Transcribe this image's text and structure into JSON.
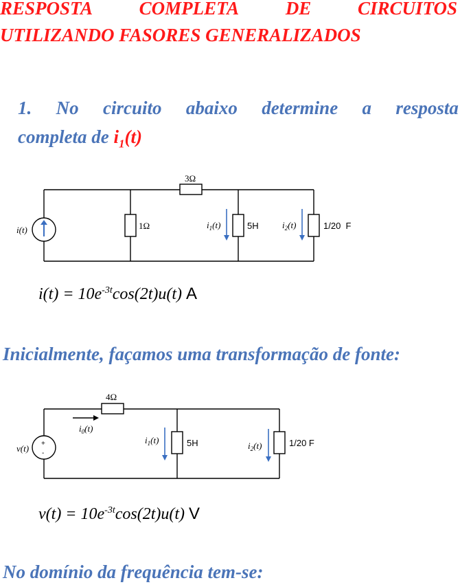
{
  "title": {
    "line1_words": [
      "RESPOSTA",
      "COMPLETA",
      "DE",
      "CIRCUITOS"
    ],
    "line2": "UTILIZANDO FASORES GENERALIZADOS"
  },
  "problem": {
    "number": "1.",
    "line1_words": [
      "No",
      "circuito",
      "abaixo",
      "determine",
      "a",
      "resposta"
    ],
    "line2_prefix": "completa de ",
    "target_var": "i",
    "target_sub": "1",
    "target_arg": "(t)"
  },
  "circuit1": {
    "source_label": "i(t)",
    "r_top": "3Ω",
    "r_shunt": "1Ω",
    "i1_label": "i",
    "i1_sub": "1",
    "i_arg": "(t)",
    "inductor": "5H",
    "i2_label": "i",
    "i2_sub": "2",
    "capacitor": "1/20  F"
  },
  "equation1": {
    "lhs": "i(t) = 10e",
    "exp": "-3t",
    "rhs": "cos(2t)u(t)",
    "unit": "A"
  },
  "heading2": "Inicialmente, façamos uma transformação de fonte:",
  "circuit2": {
    "source_label": "v(t)",
    "plus": "+",
    "minus": "-",
    "r_top": "4Ω",
    "i0_label": "i",
    "i0_sub": "0",
    "i_arg": "(t)",
    "i1_label": "i",
    "i1_sub": "1",
    "inductor": "5H",
    "i2_label": "i",
    "i2_sub": "2",
    "capacitor": "1/20 F"
  },
  "equation2": {
    "lhs": "v(t) = 10e",
    "exp": "-3t",
    "rhs": "cos(2t)u(t)",
    "unit": "V"
  },
  "heading3": "No domínio da frequência tem-se:"
}
